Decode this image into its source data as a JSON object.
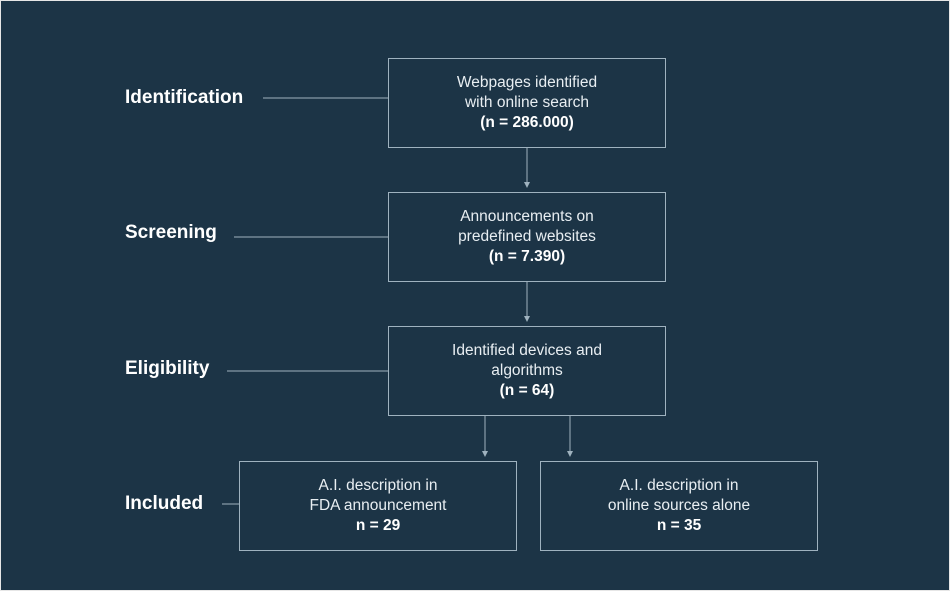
{
  "stages": {
    "identification": "Identification",
    "screening": "Screening",
    "eligibility": "Eligibility",
    "included": "Included"
  },
  "boxes": {
    "identified": {
      "line1": "Webpages identified",
      "line2": "with online search",
      "count": "(n = 286.000)"
    },
    "screened": {
      "line1": "Announcements on",
      "line2": "predefined websites",
      "count": "(n = 7.390)"
    },
    "eligible": {
      "line1": "Identified devices and",
      "line2": "algorithms",
      "count": "(n = 64)"
    },
    "included_fda": {
      "line1": "A.I. description in",
      "line2": "FDA announcement",
      "count": "n = 29"
    },
    "included_online": {
      "line1": "A.I. description in",
      "line2": "online sources alone",
      "count": "n = 35"
    }
  },
  "colors": {
    "background": "#1c3446",
    "line": "#9fb2bf",
    "text": "#ffffff"
  }
}
